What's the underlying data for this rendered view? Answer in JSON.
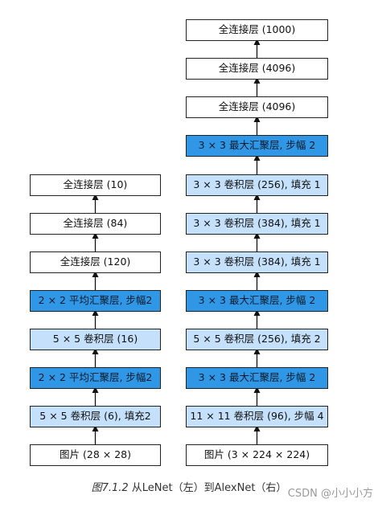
{
  "lenet": {
    "layers": [
      {
        "label": "全连接层 (10)",
        "kind": "fc"
      },
      {
        "label": "全连接层 (84)",
        "kind": "fc"
      },
      {
        "label": "全连接层 (120)",
        "kind": "fc"
      },
      {
        "label": "2 × 2 平均汇聚层, 步幅2",
        "kind": "pool"
      },
      {
        "label": "5 × 5 卷积层 (16)",
        "kind": "conv"
      },
      {
        "label": "2 × 2 平均汇聚层, 步幅2",
        "kind": "pool"
      },
      {
        "label": "5 × 5 卷积层 (6), 填充2",
        "kind": "conv"
      },
      {
        "label": "图片 (28 × 28)",
        "kind": "input"
      }
    ]
  },
  "alexnet": {
    "layers": [
      {
        "label": "全连接层 (1000)",
        "kind": "fc"
      },
      {
        "label": "全连接层 (4096)",
        "kind": "fc"
      },
      {
        "label": "全连接层 (4096)",
        "kind": "fc"
      },
      {
        "label": "3 × 3 最大汇聚层, 步幅 2",
        "kind": "pool"
      },
      {
        "label": "3 × 3 卷积层 (256), 填充 1",
        "kind": "conv"
      },
      {
        "label": "3 × 3 卷积层 (384), 填充 1",
        "kind": "conv"
      },
      {
        "label": "3 × 3 卷积层 (384), 填充 1",
        "kind": "conv"
      },
      {
        "label": "3 × 3 最大汇聚层, 步幅 2",
        "kind": "pool"
      },
      {
        "label": "5 × 5 卷积层 (256), 填充 2",
        "kind": "conv"
      },
      {
        "label": "3 × 3 最大汇聚层, 步幅 2",
        "kind": "pool"
      },
      {
        "label": "11 × 11 卷积层 (96), 步幅 4",
        "kind": "conv"
      },
      {
        "label": "图片 (3 × 224 × 224)",
        "kind": "input"
      }
    ]
  },
  "caption": {
    "figure_number": "图7.1.2",
    "text": "从LeNet（左）到AlexNet（右）"
  },
  "watermark": "CSDN @小小小方",
  "colors": {
    "fc": "#ffffff",
    "conv": "#c5e0fa",
    "pool": "#2f97e6",
    "input": "#ffffff",
    "border": "#222222"
  }
}
